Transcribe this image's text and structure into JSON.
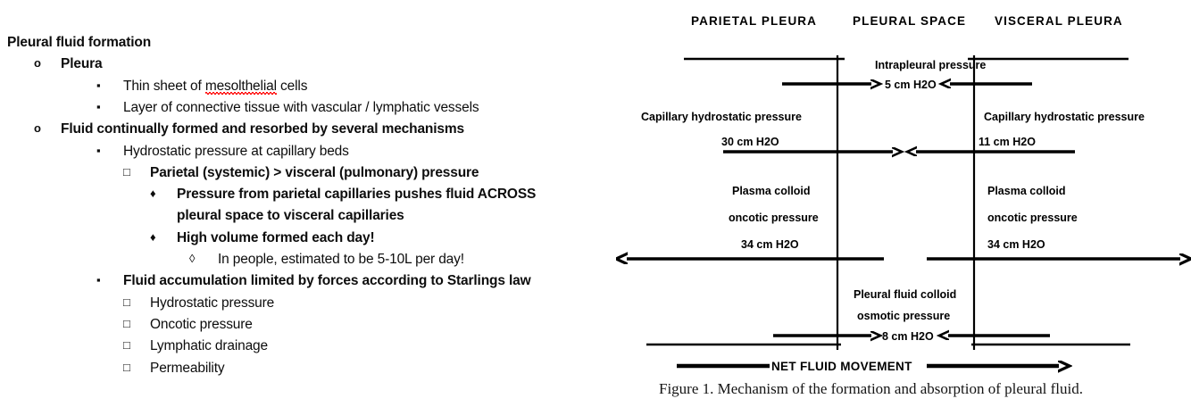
{
  "outline": {
    "items": [
      {
        "marker": "",
        "marker_name": "none",
        "level": 0,
        "bold": true,
        "text": "Pleural fluid formation"
      },
      {
        "marker": "o",
        "marker_name": "hollow-circle",
        "level": 1,
        "bold": true,
        "text": "Pleura"
      },
      {
        "marker": "▪",
        "marker_name": "filled-square",
        "level": 2,
        "bold": false,
        "text": "Thin sheet of mesolthelial cells",
        "misspelled": "mesolthelial"
      },
      {
        "marker": "▪",
        "marker_name": "filled-square",
        "level": 2,
        "bold": false,
        "text": "Layer of connective tissue with vascular / lymphatic vessels"
      },
      {
        "marker": "o",
        "marker_name": "hollow-circle",
        "level": 1,
        "bold": true,
        "text": "Fluid continually formed and resorbed by several mechanisms"
      },
      {
        "marker": "▪",
        "marker_name": "filled-square",
        "level": 2,
        "bold": false,
        "text": "Hydrostatic pressure at capillary beds"
      },
      {
        "marker": "□",
        "marker_name": "hollow-square",
        "level": 3,
        "bold": true,
        "text": "Parietal (systemic) > visceral (pulmonary) pressure"
      },
      {
        "marker": "♦",
        "marker_name": "filled-diamond",
        "level": 4,
        "bold": true,
        "text": "Pressure from parietal capillaries pushes fluid ACROSS"
      },
      {
        "marker": "",
        "marker_name": "none",
        "level": 4,
        "bold": true,
        "text": "pleural space to visceral capillaries",
        "continuation": true
      },
      {
        "marker": "♦",
        "marker_name": "filled-diamond",
        "level": 4,
        "bold": true,
        "text": "High volume formed each day!"
      },
      {
        "marker": "◊",
        "marker_name": "hollow-diamond",
        "level": 5,
        "bold": false,
        "text": "In people, estimated to be 5-10L per day!"
      },
      {
        "marker": "▪",
        "marker_name": "filled-square",
        "level": 2,
        "bold": true,
        "text": "Fluid accumulation limited by forces according to Starlings law"
      },
      {
        "marker": "□",
        "marker_name": "hollow-square",
        "level": 3,
        "bold": false,
        "text": "Hydrostatic pressure"
      },
      {
        "marker": "□",
        "marker_name": "hollow-square",
        "level": 3,
        "bold": false,
        "text": "Oncotic pressure"
      },
      {
        "marker": "□",
        "marker_name": "hollow-square",
        "level": 3,
        "bold": false,
        "text": "Lymphatic drainage"
      },
      {
        "marker": "□",
        "marker_name": "hollow-square",
        "level": 3,
        "bold": false,
        "text": "Permeability"
      }
    ]
  },
  "figure": {
    "caption": "Figure 1. Mechanism of the formation and absorption of pleural fluid.",
    "headers": {
      "left": "PARIETAL PLEURA",
      "center": "PLEURAL SPACE",
      "right": "VISCERAL PLEURA"
    },
    "labels": {
      "intrapleural_title": "Intrapleural pressure",
      "intrapleural_value": "5 cm H2O",
      "cap_hydro_left_title": "Capillary hydrostatic pressure",
      "cap_hydro_left_value": "30 cm H2O",
      "cap_hydro_right_title": "Capillary hydrostatic pressure",
      "cap_hydro_right_value": "11 cm H2O",
      "colloid_left_line1": "Plasma colloid",
      "colloid_left_line2": "oncotic pressure",
      "colloid_left_value": "34 cm H2O",
      "colloid_right_line1": "Plasma colloid",
      "colloid_right_line2": "oncotic pressure",
      "colloid_right_value": "34 cm H2O",
      "pleural_colloid_line1": "Pleural fluid colloid",
      "pleural_colloid_line2": "osmotic pressure",
      "pleural_colloid_value": "8 cm H2O",
      "net_fluid": "NET FLUID MOVEMENT"
    }
  },
  "colors": {
    "ink": "#000000",
    "text": "#0d0d0d",
    "background": "#ffffff",
    "spellcheck": "#ff0000"
  }
}
